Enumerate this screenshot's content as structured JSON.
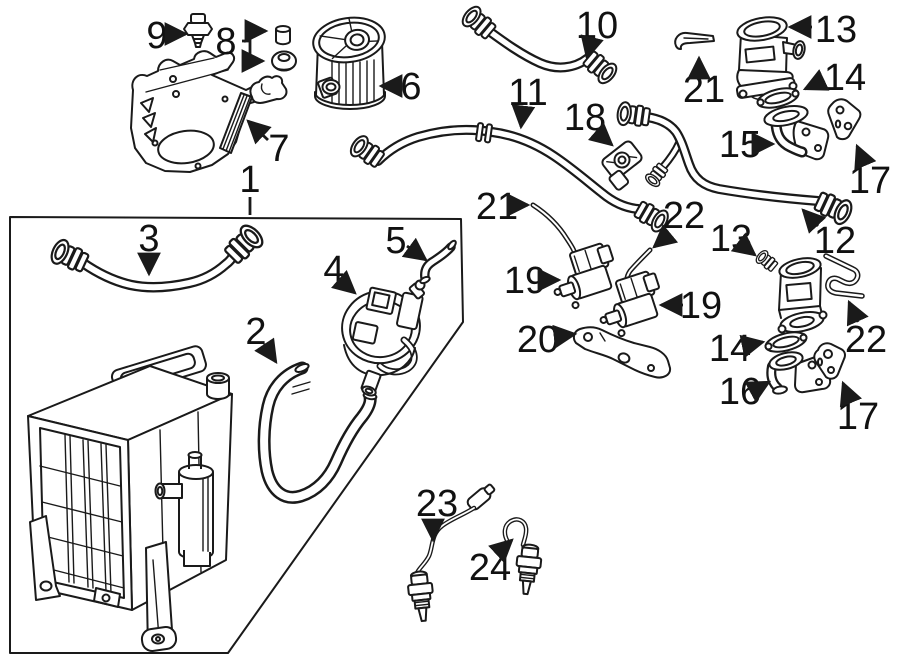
{
  "figure": {
    "type": "parts-diagram",
    "background": "#ffffff",
    "line_color": "#1a1a1a",
    "callouts": [
      {
        "label": "9"
      },
      {
        "label": "8"
      },
      {
        "label": "6"
      },
      {
        "label": "7"
      },
      {
        "label": "1"
      },
      {
        "label": "3"
      },
      {
        "label": "5"
      },
      {
        "label": "4"
      },
      {
        "label": "2"
      },
      {
        "label": "10"
      },
      {
        "label": "11"
      },
      {
        "label": "18"
      },
      {
        "label": "21"
      },
      {
        "label": "13"
      },
      {
        "label": "14"
      },
      {
        "label": "15"
      },
      {
        "label": "17"
      },
      {
        "label": "12"
      },
      {
        "label": "21"
      },
      {
        "label": "22"
      },
      {
        "label": "13"
      },
      {
        "label": "19"
      },
      {
        "label": "19"
      },
      {
        "label": "20"
      },
      {
        "label": "14"
      },
      {
        "label": "16"
      },
      {
        "label": "22"
      },
      {
        "label": "17"
      },
      {
        "label": "23"
      },
      {
        "label": "24"
      }
    ]
  }
}
